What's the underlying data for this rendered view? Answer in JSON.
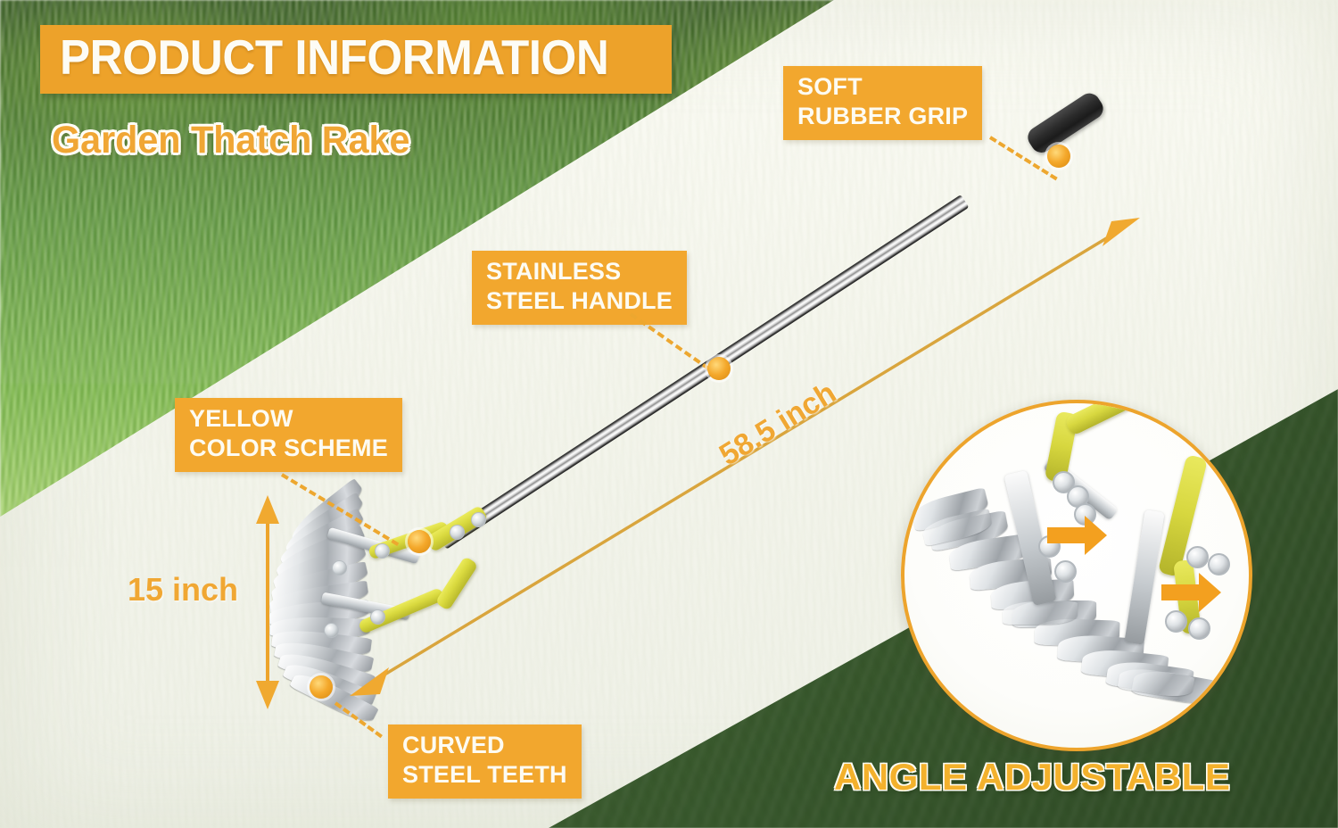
{
  "header": {
    "title": "PRODUCT INFORMATION",
    "subtitle": "Garden Thatch Rake"
  },
  "callouts": [
    {
      "id": "grip",
      "line1": "SOFT",
      "line2": "RUBBER GRIP"
    },
    {
      "id": "handle",
      "line1": "STAINLESS",
      "line2": "STEEL HANDLE"
    },
    {
      "id": "color",
      "line1": "YELLOW",
      "line2": "COLOR SCHEME"
    },
    {
      "id": "teeth",
      "line1": "CURVED",
      "line2": "STEEL TEETH"
    }
  ],
  "dimensions": {
    "height": "15 inch",
    "length": "58.5 inch"
  },
  "inset": {
    "caption": "ANGLE ADJUSTABLE"
  },
  "colors": {
    "accent_orange": "#f2a72e",
    "title_box": "#eda22a",
    "subtitle_text": "#f0a634",
    "dimension_text": "#f0a733",
    "caption_text": "#f3b12c",
    "grip_black": "#2b2b2b",
    "brace_yellow": "#d9d93e",
    "steel_silver": "#c9ced2",
    "grass_green": "#7cb84e",
    "corner_green": "#3c5b31"
  }
}
